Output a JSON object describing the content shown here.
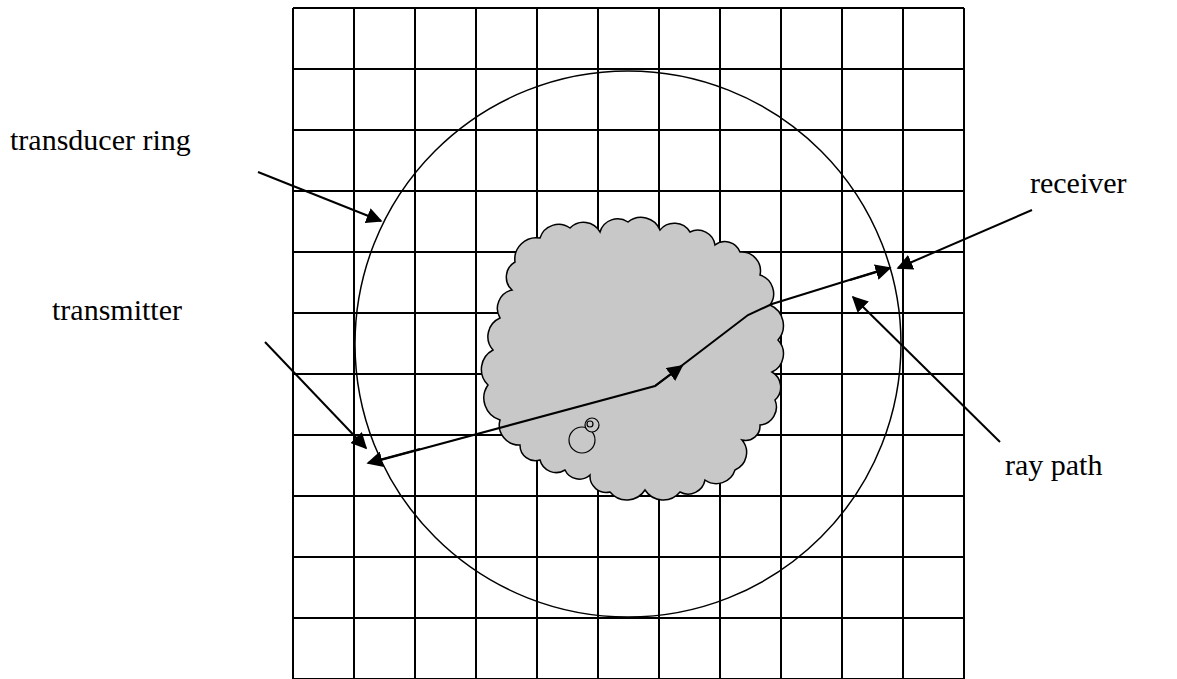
{
  "diagram": {
    "labels": [
      "transducer ring",
      "receiver",
      "transmitter",
      "ray path"
    ]
  }
}
